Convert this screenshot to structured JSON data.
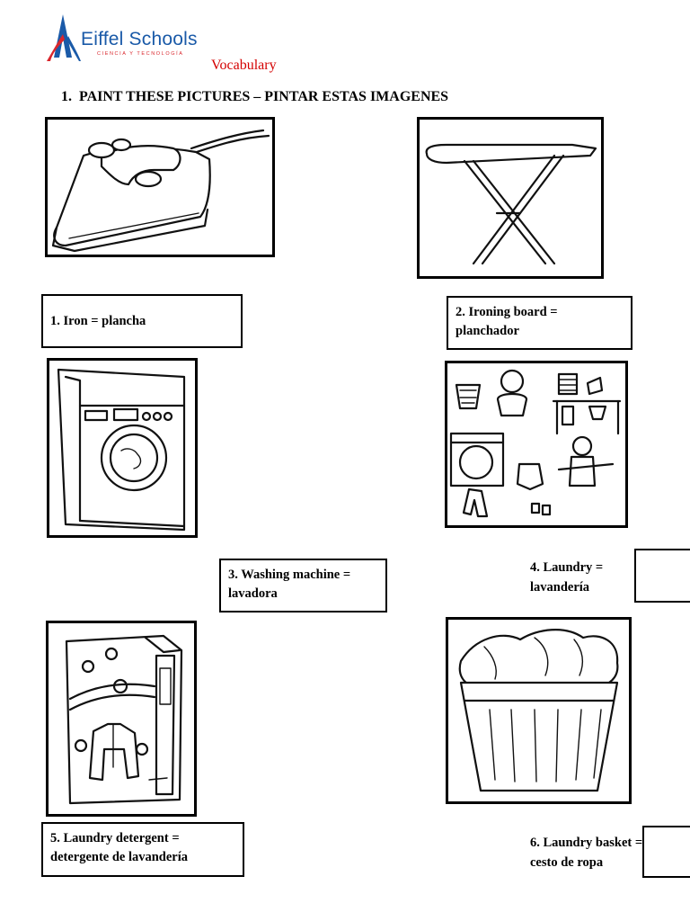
{
  "header": {
    "logo_name": "Eiffel Schools",
    "logo_tagline": "CIENCIA Y TECNOLOGÍA",
    "logo_icon": "eiffel-tower-logo",
    "title": "Vocabulary",
    "title_color": "#d40000"
  },
  "instruction": "1.  PAINT THESE PICTURES – PINTAR ESTAS IMAGENES",
  "items": [
    {
      "line1": "1. Iron = plancha",
      "line2": "",
      "picture": "iron"
    },
    {
      "line1": "2. Ironing board =",
      "line2": "planchador",
      "picture": "ironing-board"
    },
    {
      "line1": "3. Washing machine =",
      "line2": "lavadora",
      "picture": "washing-machine"
    },
    {
      "line1": "4. Laundry =",
      "line2": "lavandería",
      "picture": "laundry-scene"
    },
    {
      "line1": "5. Laundry detergent =",
      "line2": "detergente de lavandería",
      "picture": "detergent-box"
    },
    {
      "line1": "6. Laundry basket =",
      "line2": "cesto de ropa",
      "picture": "laundry-basket"
    }
  ],
  "colors": {
    "logo_blue": "#1a5aa8",
    "logo_red": "#d9262c"
  }
}
